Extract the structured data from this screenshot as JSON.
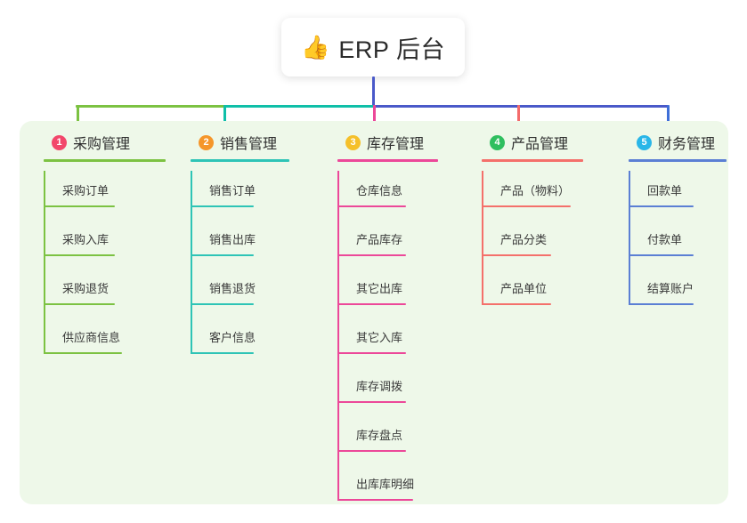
{
  "diagram": {
    "type": "mind-map",
    "root": {
      "icon": "thumbs-up-icon",
      "emoji": "👍",
      "title": "ERP 后台"
    },
    "panel_background": "#eef8e9",
    "connector_colors": {
      "bar_left": "#7cc242",
      "bar_middle": "#0fbfa8",
      "bar_right": "#4a59c9",
      "root_stem": "#4a59c9",
      "stem_1": "#7cc242",
      "stem_2": "#0fbfa8",
      "stem_3": "#ec4899",
      "stem_4": "#f46b6b",
      "stem_5": "#3f6fd8"
    },
    "columns": [
      {
        "number": "1",
        "title": "采购管理",
        "badge_color": "#f2476b",
        "line_color": "#7cc242",
        "items": [
          "采购订单",
          "采购入库",
          "采购退货",
          "供应商信息"
        ]
      },
      {
        "number": "2",
        "title": "销售管理",
        "badge_color": "#f5962a",
        "line_color": "#2ec4b6",
        "items": [
          "销售订单",
          "销售出库",
          "销售退货",
          "客户信息"
        ]
      },
      {
        "number": "3",
        "title": "库存管理",
        "badge_color": "#f5c02a",
        "line_color": "#ec4899",
        "items": [
          "仓库信息",
          "产品库存",
          "其它出库",
          "其它入库",
          "库存调拨",
          "库存盘点",
          "出库库明细"
        ]
      },
      {
        "number": "4",
        "title": "产品管理",
        "badge_color": "#2fbf5f",
        "line_color": "#f4706b",
        "items": [
          "产品（物料）",
          "产品分类",
          "产品单位"
        ]
      },
      {
        "number": "5",
        "title": "财务管理",
        "badge_color": "#29b6e8",
        "line_color": "#5b7fd4",
        "items": [
          "回款单",
          "付款单",
          "结算账户"
        ]
      }
    ]
  }
}
